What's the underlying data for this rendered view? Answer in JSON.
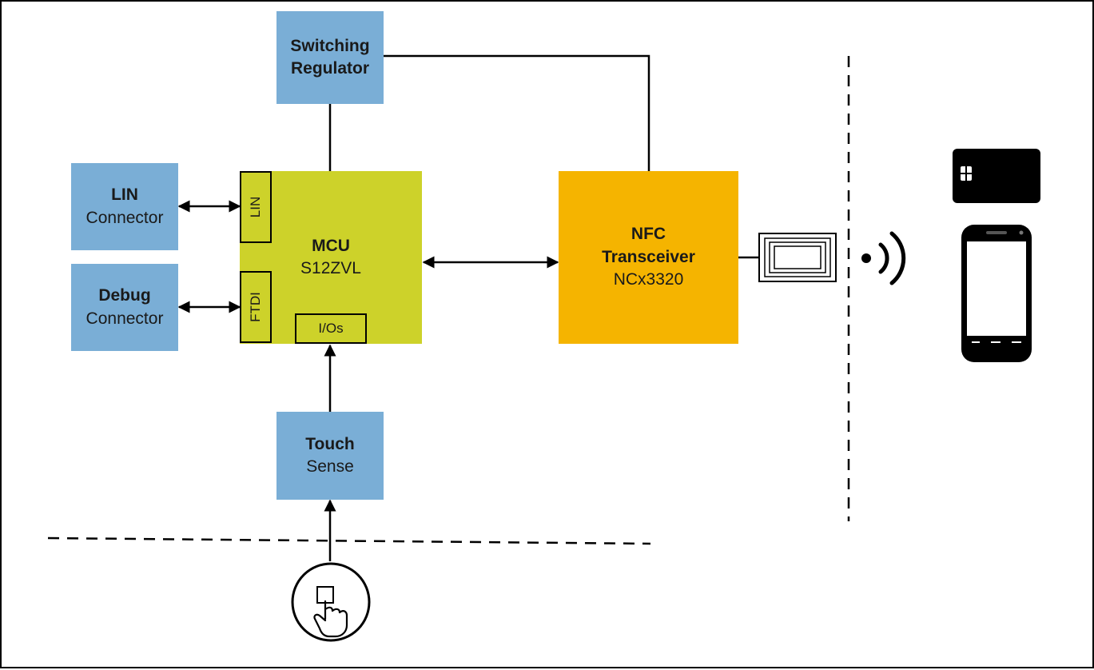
{
  "blocks": {
    "switching_regulator": {
      "title": "Switching",
      "subtitle": "Regulator"
    },
    "lin_connector": {
      "title": "LIN",
      "subtitle": "Connector"
    },
    "debug_connector": {
      "title": "Debug",
      "subtitle": "Connector"
    },
    "mcu": {
      "title": "MCU",
      "subtitle": "S12ZVL"
    },
    "nfc_transceiver": {
      "title": "NFC",
      "subtitle": "Transceiver",
      "part": "NCx3320"
    },
    "touch_sense": {
      "title": "Touch",
      "subtitle": "Sense"
    }
  },
  "ports": {
    "lin": "LIN",
    "ftdi": "FTDI",
    "ios": "I/Os"
  },
  "icons": [
    "antenna-icon",
    "wireless-signal-icon",
    "smart-card-icon",
    "smartphone-icon",
    "touch-button-icon"
  ],
  "colors": {
    "peripheral": "#7aaed6",
    "mcu": "#cdd22a",
    "nfc": "#f5b400",
    "line": "#000000"
  }
}
